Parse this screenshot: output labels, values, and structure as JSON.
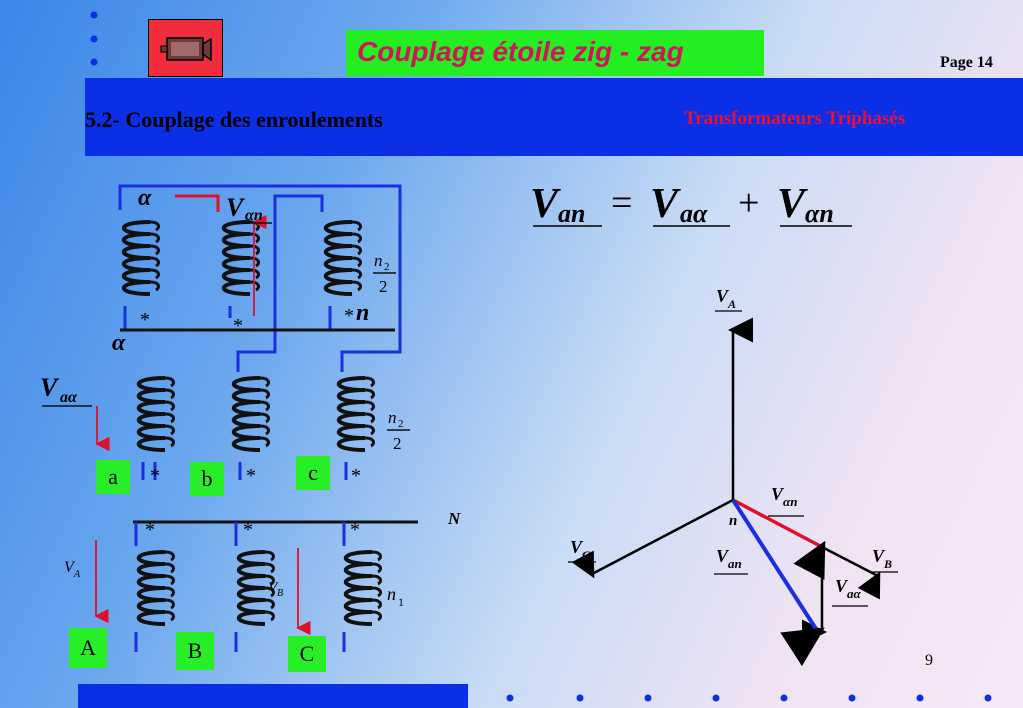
{
  "header": {
    "title": "Couplage étoile zig - zag",
    "page_label": "Page 14",
    "section": "5.2- Couplage des enroulements",
    "subject": "Transformateurs Triphasés"
  },
  "equation": {
    "lhs": "V",
    "lhs_sub": "an",
    "t1": "V",
    "t1_sub": "aα",
    "t2": "V",
    "t2_sub": "αn"
  },
  "circuit": {
    "alpha_top": "α",
    "alpha_mid": "α",
    "v_alpha_n": "V",
    "v_alpha_n_sub": "αn",
    "v_a_alpha": "V",
    "v_a_alpha_sub": "aα",
    "n_label": "n",
    "ratio_num": "n",
    "ratio_num_sub": "2",
    "ratio_den": "2",
    "star": "*",
    "phase_a": "a",
    "phase_b": "b",
    "phase_c": "c",
    "N_label": "N",
    "va_label": "V",
    "va_sub": "A",
    "vb_label": "V",
    "vb_sub": "B",
    "n1_label": "n",
    "n1_sub": "1",
    "prim_A": "A",
    "prim_B": "B",
    "prim_C": "C"
  },
  "phasor": {
    "va": "V",
    "va_sub": "A",
    "vb": "V",
    "vb_sub": "B",
    "vc": "V",
    "vc_sub": "C",
    "v_alpha_n": "V",
    "v_alpha_n_sub": "αn",
    "v_an": "V",
    "v_an_sub": "an",
    "v_a_alpha": "V",
    "v_a_alpha_sub": "aα",
    "n": "n"
  },
  "footer": {
    "slide_number": "9"
  },
  "colors": {
    "bar_blue": "#0a2fe6",
    "title_green": "#22ee22",
    "title_text": "#d0155a",
    "accent_red": "#e8103a",
    "wire_blue": "#1b2fe0",
    "coil_color": "#111111",
    "arrow_red": "#e0102a"
  }
}
